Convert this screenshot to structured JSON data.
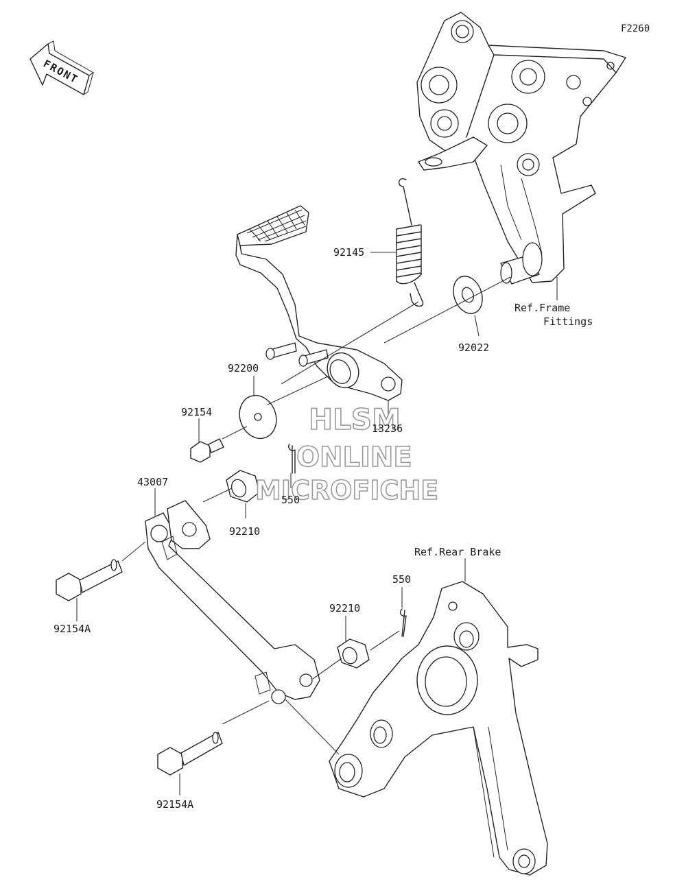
{
  "figure_code": "F2260",
  "front_arrow_label": "FRONT",
  "watermark": {
    "line1": "HLSM",
    "line2": "ONLINE",
    "line3": "MICROFICHE"
  },
  "ref_labels": {
    "frame_fittings_line1": "Ref.Frame",
    "frame_fittings_line2": "Fittings",
    "rear_brake": "Ref.Rear Brake"
  },
  "parts": {
    "spring": "92145",
    "washer_large": "92022",
    "washer_pedal": "92200",
    "bolt_small": "92154",
    "pedal": "13236",
    "cotter_pin_upper": "550",
    "nut_upper": "92210",
    "rod": "43007",
    "bolt_upper": "92154A",
    "nut_lower": "92210",
    "cotter_pin_lower": "550",
    "bolt_lower": "92154A"
  },
  "colors": {
    "line": "#222222",
    "watermark_outline": "#9a9a9a",
    "background": "#ffffff"
  }
}
